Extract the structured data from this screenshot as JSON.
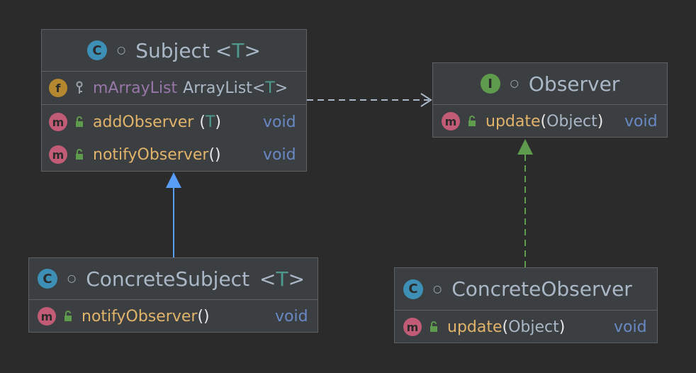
{
  "classes": {
    "subject": {
      "kind_badge": "C",
      "name": "Subject",
      "type_param": "T",
      "fields": [
        {
          "badge": "f",
          "name": "mArrayList",
          "type": "ArrayList",
          "type_param": "T"
        }
      ],
      "methods": [
        {
          "badge": "m",
          "name": "addObserver",
          "param": "T",
          "return_type": "void"
        },
        {
          "badge": "m",
          "name": "notifyObserver",
          "param": "",
          "return_type": "void"
        }
      ]
    },
    "observer": {
      "kind_badge": "I",
      "name": "Observer",
      "methods": [
        {
          "badge": "m",
          "name": "update",
          "param": "Object",
          "return_type": "void"
        }
      ]
    },
    "concrete_subject": {
      "kind_badge": "C",
      "name": "ConcreteSubject",
      "type_param": "T",
      "methods": [
        {
          "badge": "m",
          "name": "notifyObserver",
          "param": "",
          "return_type": "void"
        }
      ]
    },
    "concrete_observer": {
      "kind_badge": "C",
      "name": "ConcreteObserver",
      "methods": [
        {
          "badge": "m",
          "name": "update",
          "param": "Object",
          "return_type": "void"
        }
      ]
    }
  },
  "colors": {
    "background": "#2b2b2b",
    "box_fill": "#3c3f41",
    "box_border": "#5e6163",
    "extends_arrow": "#589df6",
    "implements_arrow": "#5f9b4c",
    "dependency_arrow": "#a9b7c6"
  },
  "relations": [
    {
      "type": "dependency",
      "from": "Subject",
      "to": "Observer"
    },
    {
      "type": "extends",
      "from": "ConcreteSubject",
      "to": "Subject"
    },
    {
      "type": "implements",
      "from": "ConcreteObserver",
      "to": "Observer"
    }
  ]
}
